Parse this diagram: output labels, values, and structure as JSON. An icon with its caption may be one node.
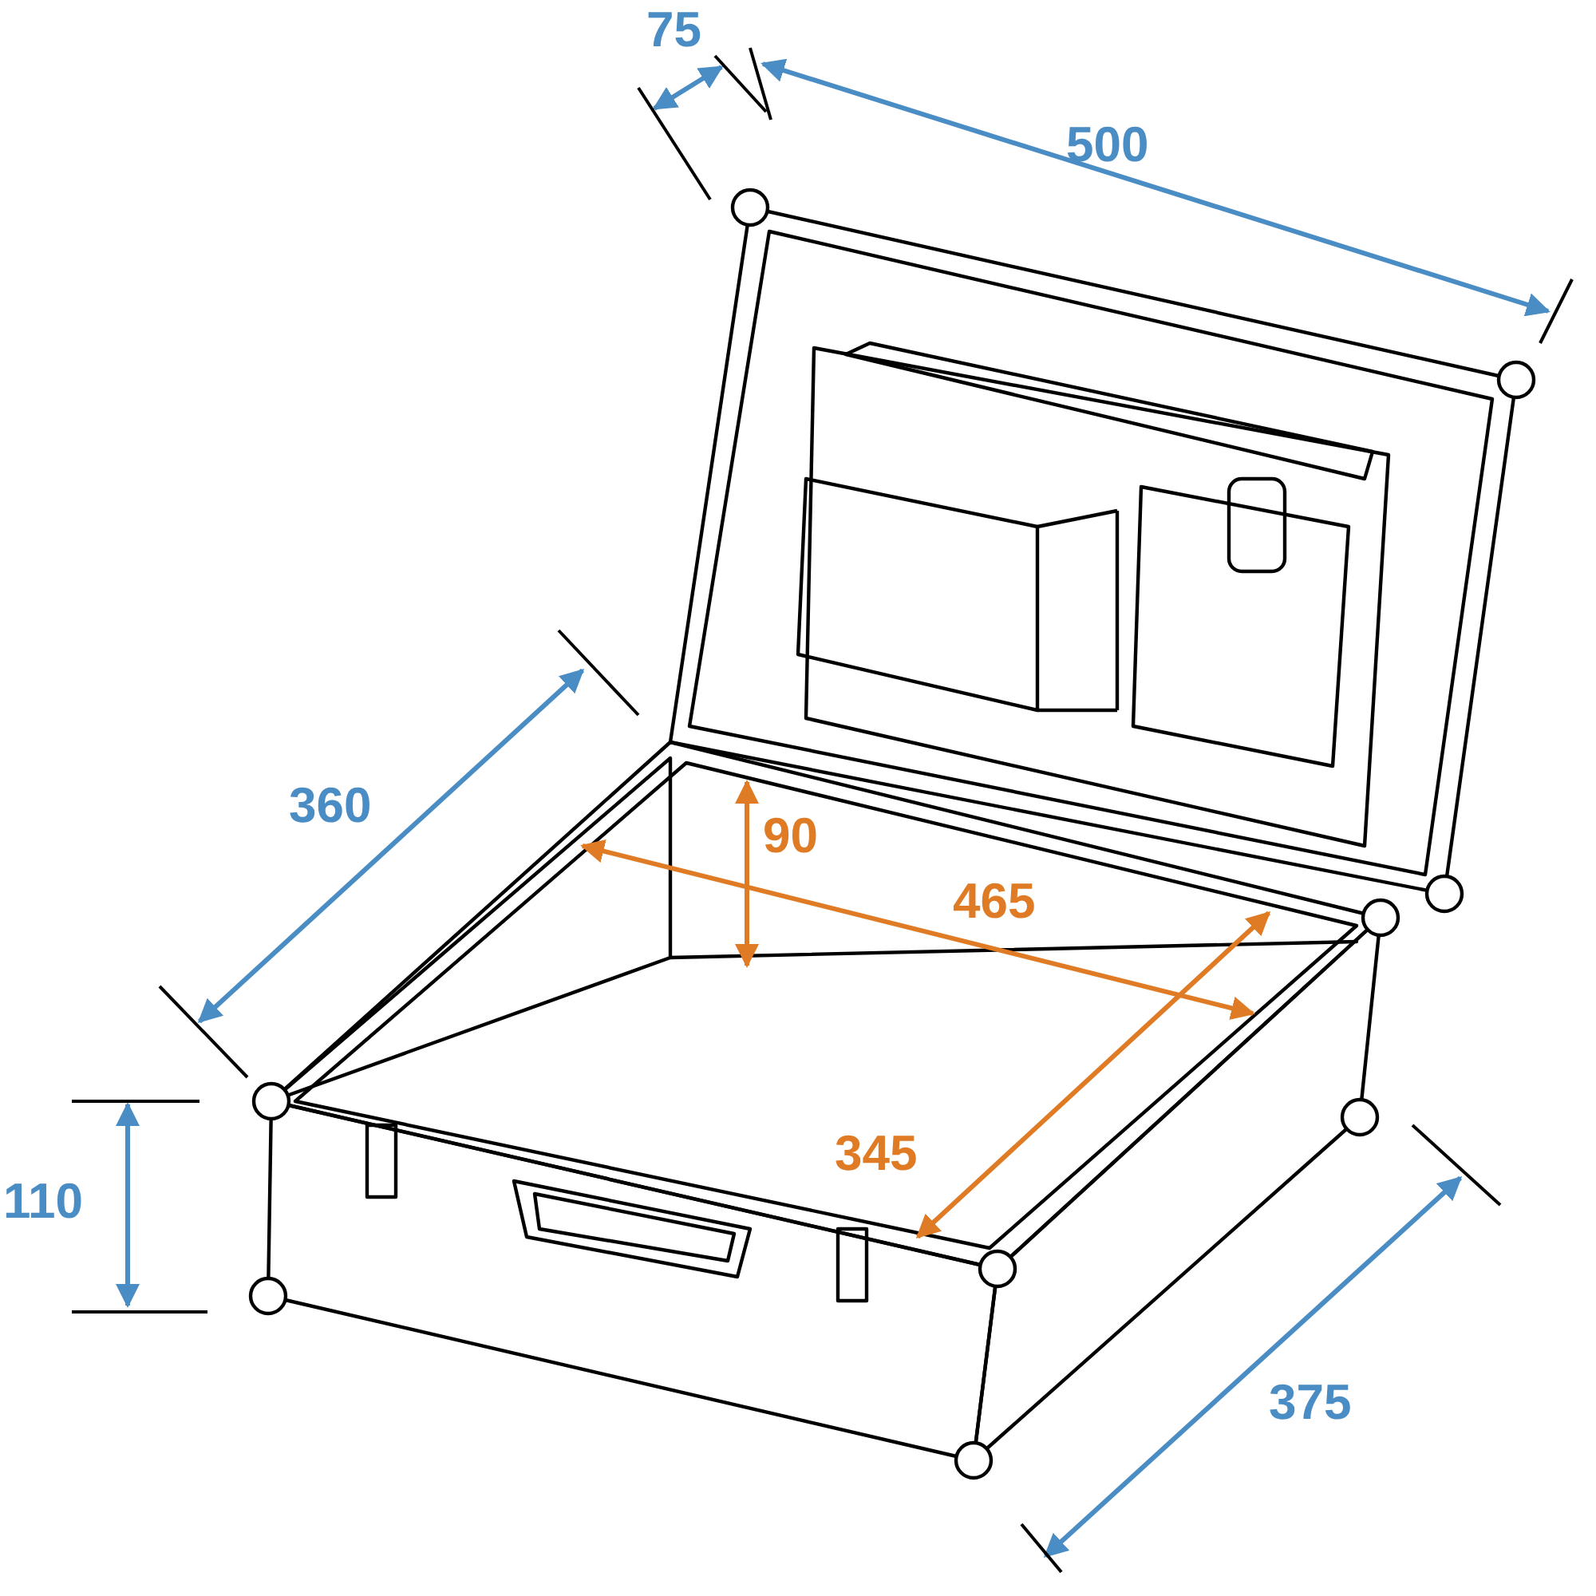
{
  "diagram": {
    "labels": [
      "75",
      "500",
      "360",
      "90",
      "465",
      "345",
      "110",
      "375"
    ]
  }
}
